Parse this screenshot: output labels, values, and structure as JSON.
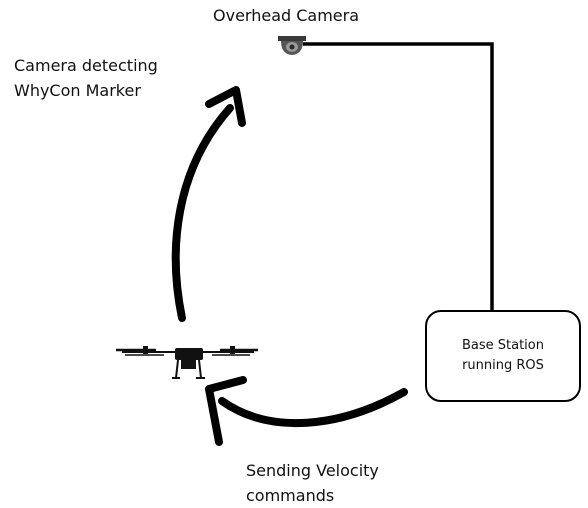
{
  "camera": {
    "title": "Overhead Camera",
    "icon": "dome-camera-icon"
  },
  "detection": {
    "line1": "Camera detecting",
    "line2": "WhyCon Marker"
  },
  "base_station": {
    "line1": "Base Station",
    "line2": "running ROS"
  },
  "velocity": {
    "line1": "Sending Velocity",
    "line2": "commands"
  },
  "drone": {
    "icon": "quadcopter-drone-icon"
  },
  "colors": {
    "stroke": "#000000",
    "background": "#ffffff",
    "camera_body": "#4a4a4a",
    "camera_lens": "#8a8a8a"
  }
}
